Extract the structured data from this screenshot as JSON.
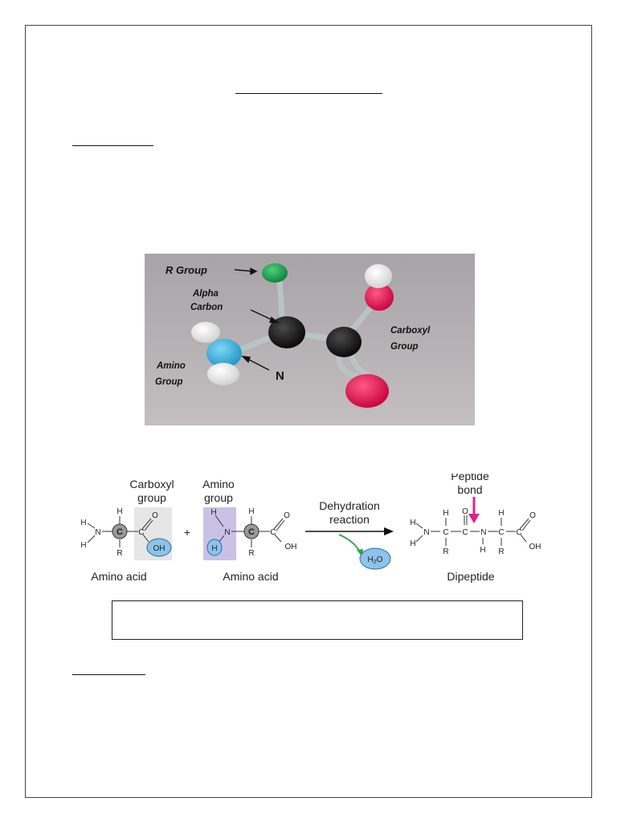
{
  "photo": {
    "labels": {
      "r_group": "R Group",
      "alpha_carbon_line1": "Alpha",
      "alpha_carbon_line2": "Carbon",
      "carboxyl_line1": "Carboxyl",
      "carboxyl_line2": "Group",
      "amino_line1": "Amino",
      "amino_line2": "Group",
      "nitrogen": "N"
    }
  },
  "reaction": {
    "carboxyl_group_line1": "Carboxyl",
    "carboxyl_group_line2": "group",
    "amino_group_line1": "Amino",
    "amino_group_line2": "group",
    "plus": "+",
    "arrow_label_line1": "Dehydration",
    "arrow_label_line2": "reaction",
    "peptide_bond_line1": "Peptide",
    "peptide_bond_line2": "bond",
    "amino_acid_1": "Amino acid",
    "amino_acid_2": "Amino acid",
    "dipeptide": "Dipeptide",
    "water": "H",
    "water_sub": "2",
    "water_o": "O",
    "atoms": {
      "H": "H",
      "N": "N",
      "C": "C",
      "O": "O",
      "R": "R",
      "OH": "OH"
    },
    "colors": {
      "carboxyl_highlight": "#e6e6e6",
      "amino_highlight": "#c9c2e6",
      "water_ion": "#8ec3ea",
      "peptide_arrow": "#e0208c",
      "dehydration_arrow": "#2aa84a"
    }
  }
}
